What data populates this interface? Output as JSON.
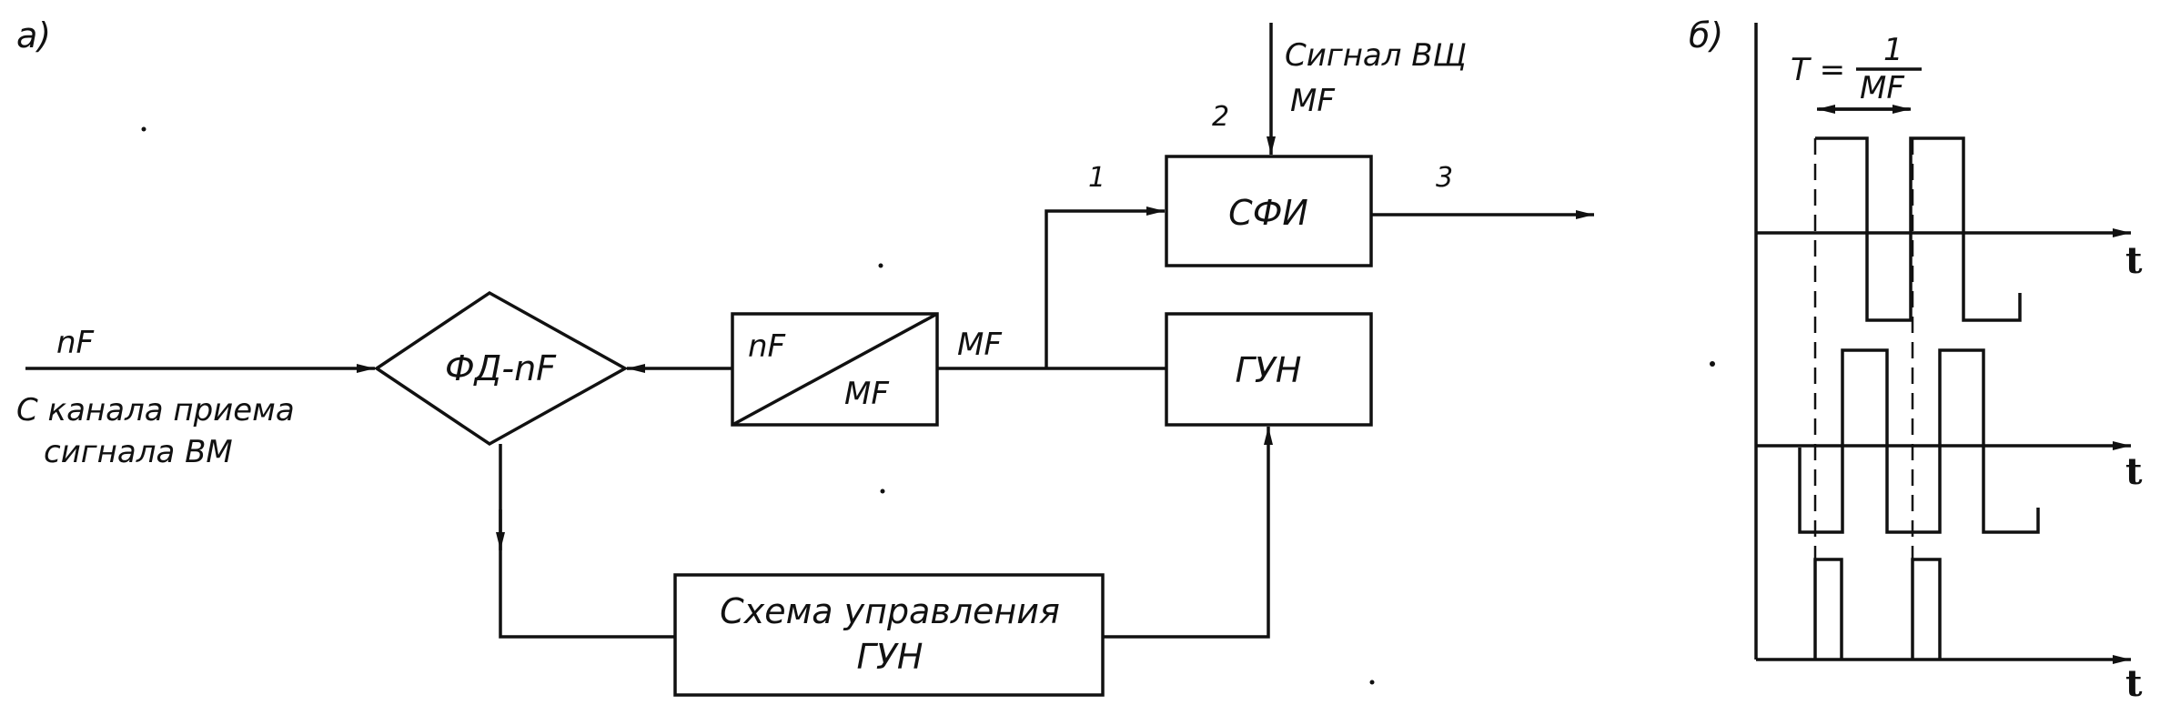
{
  "panel_a": {
    "label": "а)",
    "input_signal": "nF",
    "input_source_line1": "С канала приема",
    "input_source_line2": "сигнала ВМ",
    "phase_detector": "ФД-nF",
    "divider_top": "nF",
    "divider_bottom": "MF",
    "divider_output": "MF",
    "sfi_block": "СФИ",
    "vco_block": "ГУН",
    "control_block_line1": "Схема управления",
    "control_block_line2": "ГУН",
    "external_signal_line1": "Сигнал ВЩ",
    "external_signal_line2": "MF",
    "node_1": "1",
    "node_2": "2",
    "node_3": "3"
  },
  "panel_b": {
    "label": "б)",
    "period_lhs": "T =",
    "period_num": "1",
    "period_den": "MF",
    "axis_label_1": "t",
    "axis_label_2": "t",
    "axis_label_3": "t"
  }
}
